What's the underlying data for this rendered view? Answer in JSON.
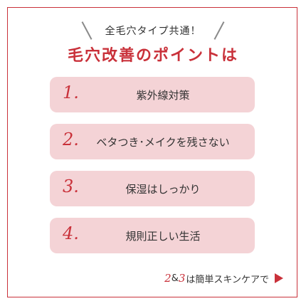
{
  "header": {
    "subtitle": "全毛穴タイプ共通！",
    "title": "毛穴改善のポイントは"
  },
  "points": [
    {
      "number": "1.",
      "label": "紫外線対策"
    },
    {
      "number": "2.",
      "label": "ベタつき･メイクを残さない"
    },
    {
      "number": "3.",
      "label": "保湿はしっかり"
    },
    {
      "number": "4.",
      "label": "規則正しい生活"
    }
  ],
  "footer": {
    "num_a": "2",
    "amp": "&",
    "num_b": "3",
    "text": "は簡単スキンケアで",
    "icon": "play-icon"
  },
  "colors": {
    "accent": "#c9313a",
    "card": "#f4d3d6"
  }
}
